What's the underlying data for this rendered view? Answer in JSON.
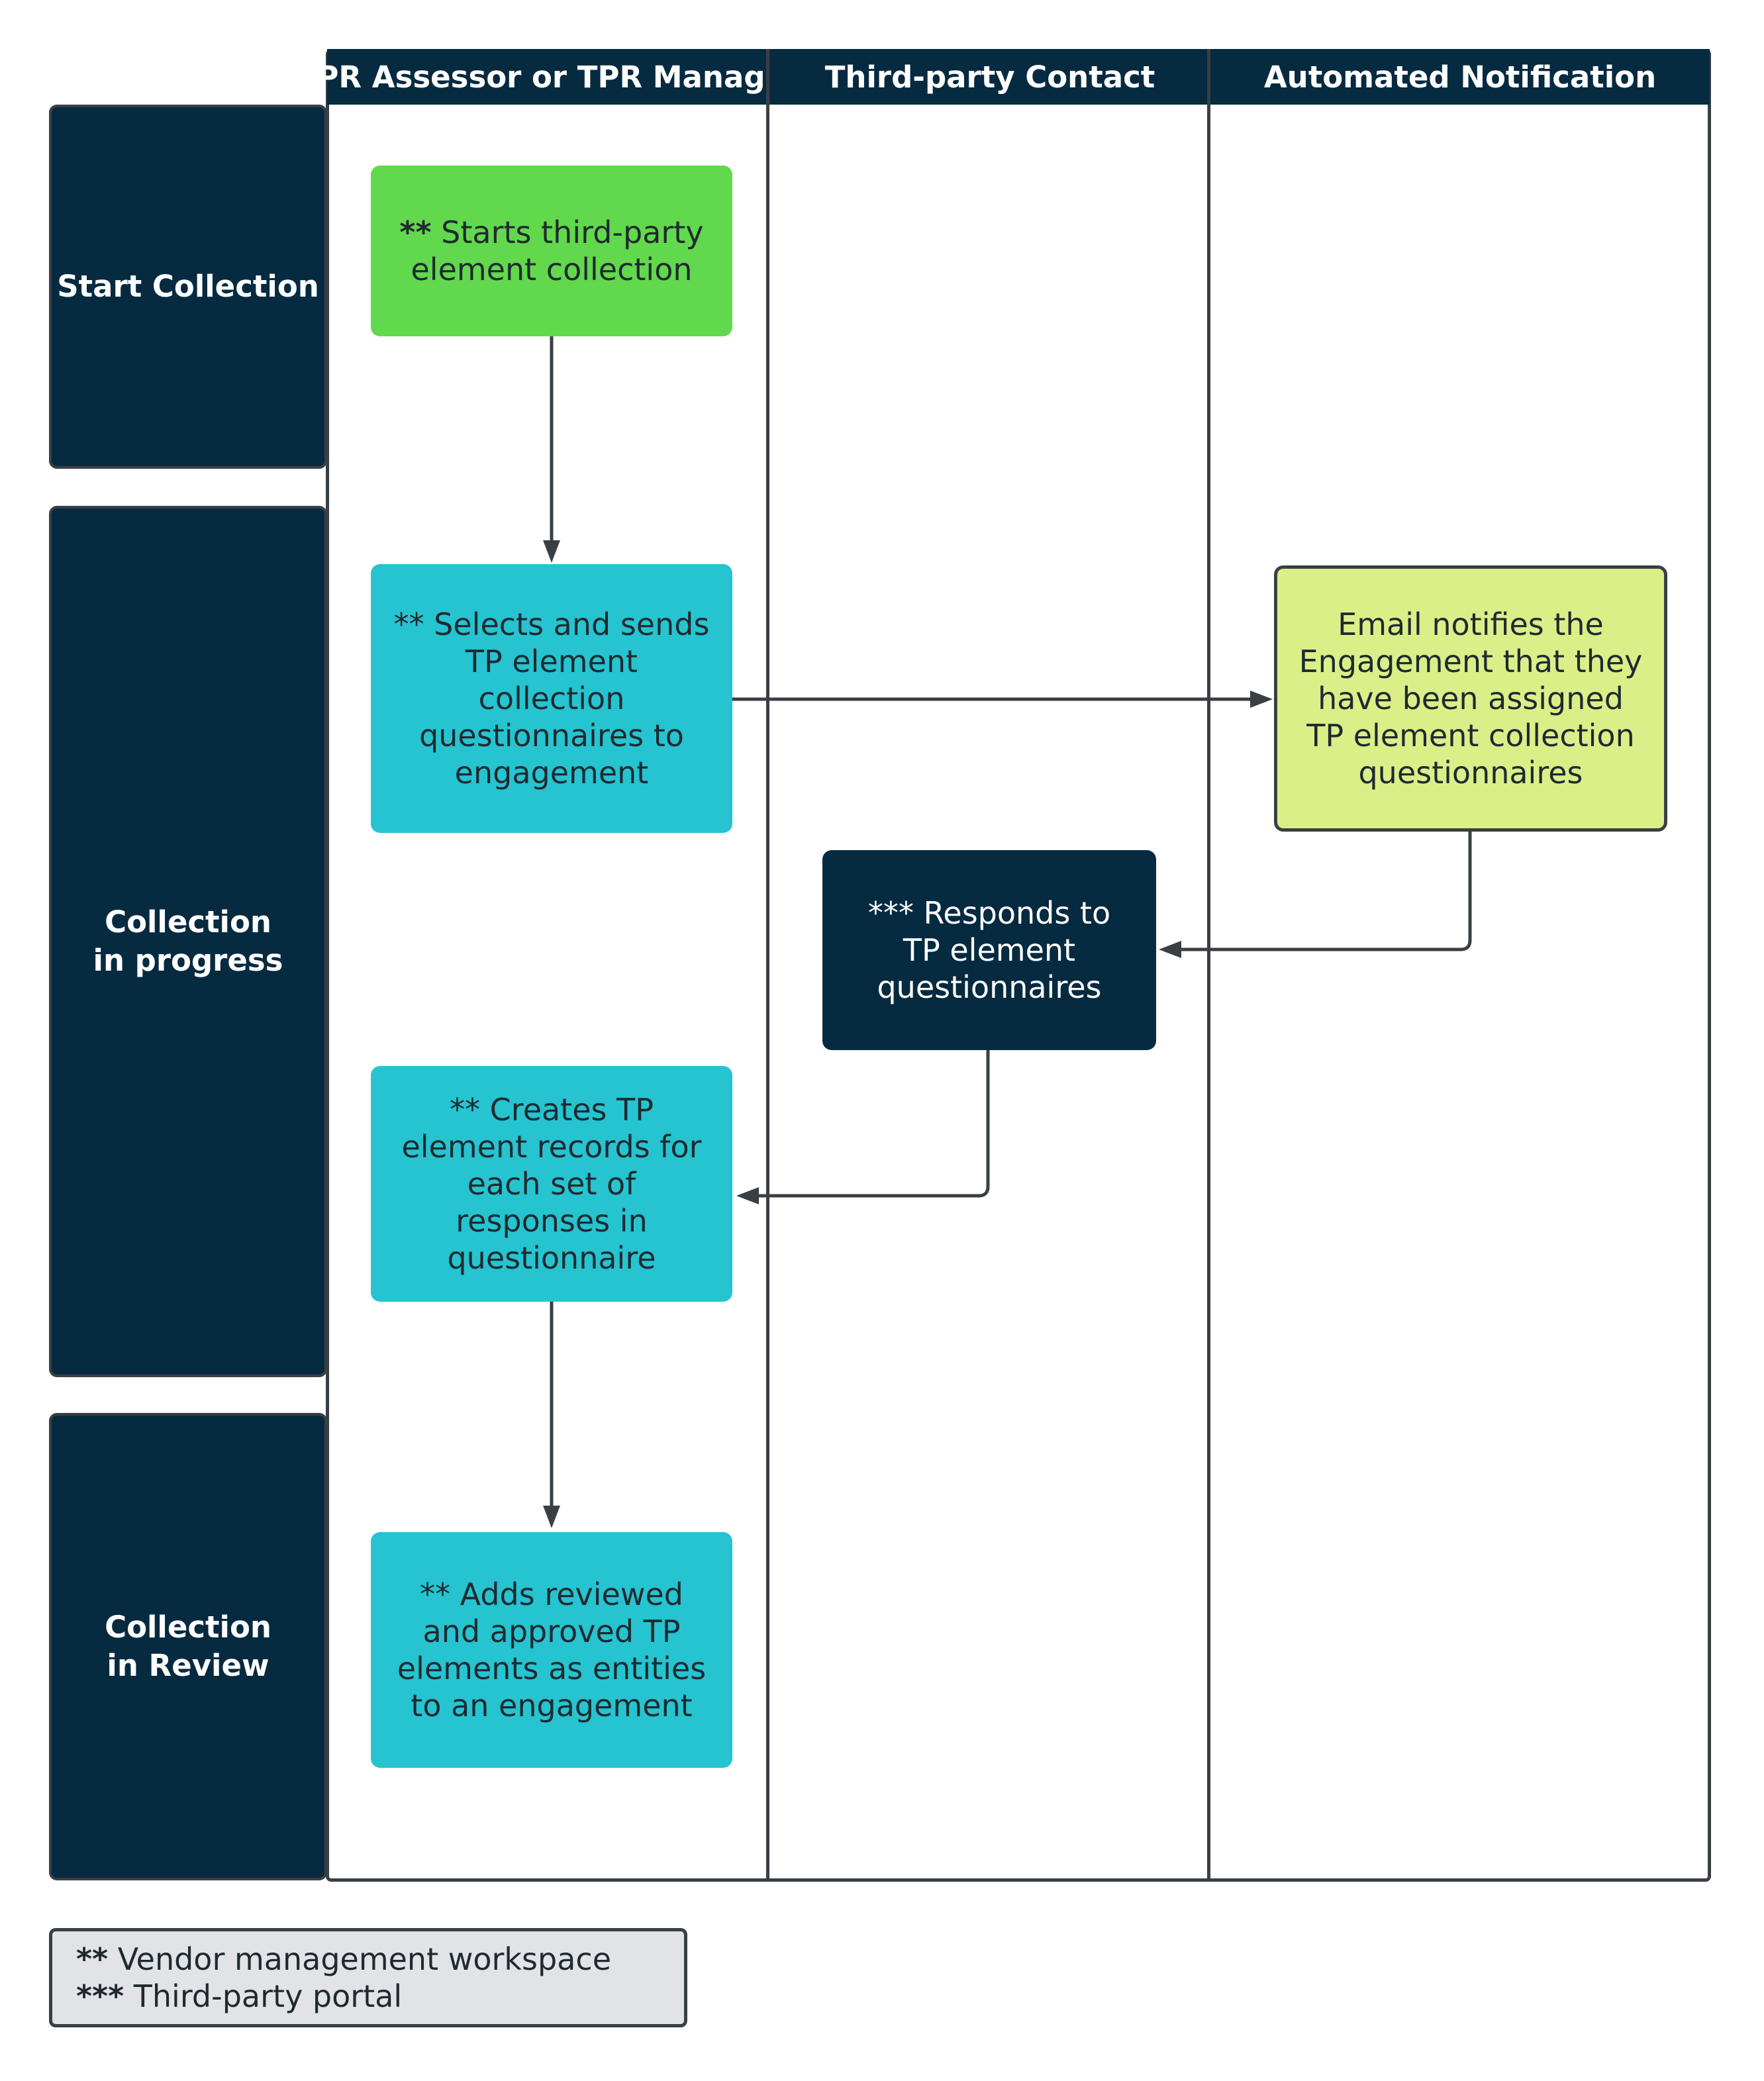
{
  "lanes": {
    "headers": [
      "TPR Assessor or TPR Manager",
      "Third-party Contact",
      "Automated Notification"
    ]
  },
  "phases": [
    "Start Collection",
    "Collection in progress",
    "Collection in Review"
  ],
  "steps": {
    "start": {
      "prefix": "**",
      "text": "Starts third-party element collection"
    },
    "select_send": {
      "text": "** Selects and sends TP element collection questionnaires to engagement"
    },
    "email_notify": {
      "text": "Email notifies the Engagement that they have been assigned TP element collection questionnaires"
    },
    "respond": {
      "text": "*** Responds to TP element questionnaires"
    },
    "create_records": {
      "text": "** Creates TP element records for each set of responses in questionnaire"
    },
    "add_reviewed": {
      "text": "** Adds reviewed and approved TP elements  as entities to an engagement"
    }
  },
  "legend": {
    "items": [
      {
        "marker": "**",
        "label": "Vendor management workspace"
      },
      {
        "marker": "***",
        "label": "Third-party portal"
      }
    ]
  },
  "colors": {
    "navy": "#062a40",
    "green": "#62d84c",
    "teal": "#25c4d0",
    "lime": "#dbef88",
    "legend_bg": "#e1e3e7",
    "line": "#3a3f44"
  }
}
